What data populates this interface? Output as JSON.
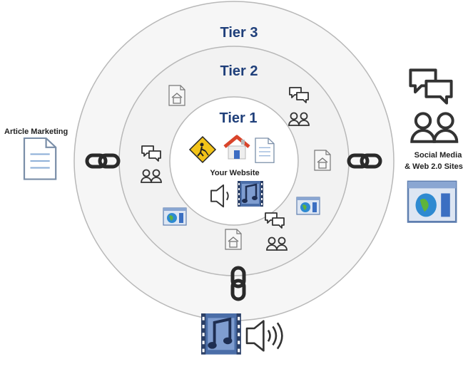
{
  "diagram": {
    "tiers": [
      {
        "label": "Tier 3"
      },
      {
        "label": "Tier 2"
      },
      {
        "label": "Tier 1"
      }
    ],
    "center_label": "Your Website",
    "left_label": "Article Marketing",
    "right_label_line1": "Social Media",
    "right_label_line2": "& Web 2.0 Sites",
    "icons": {
      "house": "house-page-icon",
      "chat": "chat-bubbles-icon",
      "users": "users-icon",
      "browser": "browser-window-icon",
      "document": "document-icon",
      "media": "film-music-icon",
      "audio": "speaker-icon",
      "chain": "chain-link-icon",
      "warning": "construction-sign-icon"
    },
    "colors": {
      "tier_label": "#1f3f7a",
      "ring_fill_outer": "#f6f6f6",
      "ring_fill_middle": "#f3f3f3",
      "ring_fill_inner": "#ffffff",
      "ring_stroke": "#b8b8b8",
      "chain": "#2a2a2a",
      "house_roof": "#d9442a",
      "warning_sign": "#f2c318"
    }
  }
}
